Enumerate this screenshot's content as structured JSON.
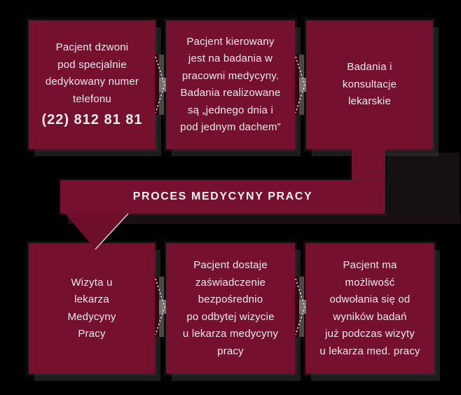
{
  "colors": {
    "background": "#000000",
    "box_fill": "#75112e",
    "text": "#f2ecee",
    "shadow_gray": "#383838",
    "arrow_dotted_line": "#eae3e5",
    "arrow_gap_dark": "#2e0612",
    "arrow_gap_gray": "#4d4746",
    "arrow_tip_gray": "#7b7370",
    "ribbon_back": "#151012"
  },
  "banner": {
    "title": "PROCES MEDYCYNY PRACY"
  },
  "steps": [
    {
      "name": "phone-call",
      "lines": [
        "Pacjent dzwoni",
        "pod specjalnie",
        "dedykowany numer",
        "telefonu"
      ],
      "phone": "(22) 812 81 81"
    },
    {
      "name": "referral",
      "lines": [
        "Pacjent kierowany",
        "jest na badania w",
        "pracowni medycyny.",
        "Badania realizowane",
        "są „jednego dnia i",
        "pod jednym dachem”"
      ]
    },
    {
      "name": "exams",
      "lines": [
        "Badania i",
        "konsultacje",
        "lekarskie"
      ]
    },
    {
      "name": "doctor-visit",
      "lines": [
        "Wizyta u",
        "lekarza",
        "Medycyny",
        "Pracy"
      ]
    },
    {
      "name": "certificate",
      "lines": [
        "Pacjent dostaje",
        "zaświadczenie",
        "bezpośrednio",
        "po odbytej wizycie",
        "u lekarza medycyny",
        "pracy"
      ]
    },
    {
      "name": "appeal",
      "lines": [
        "Pacjent ma",
        "możliwość",
        "odwołania się od",
        "wyników badań",
        "już podczas wizyty",
        "u lekarza med. pracy"
      ]
    }
  ]
}
